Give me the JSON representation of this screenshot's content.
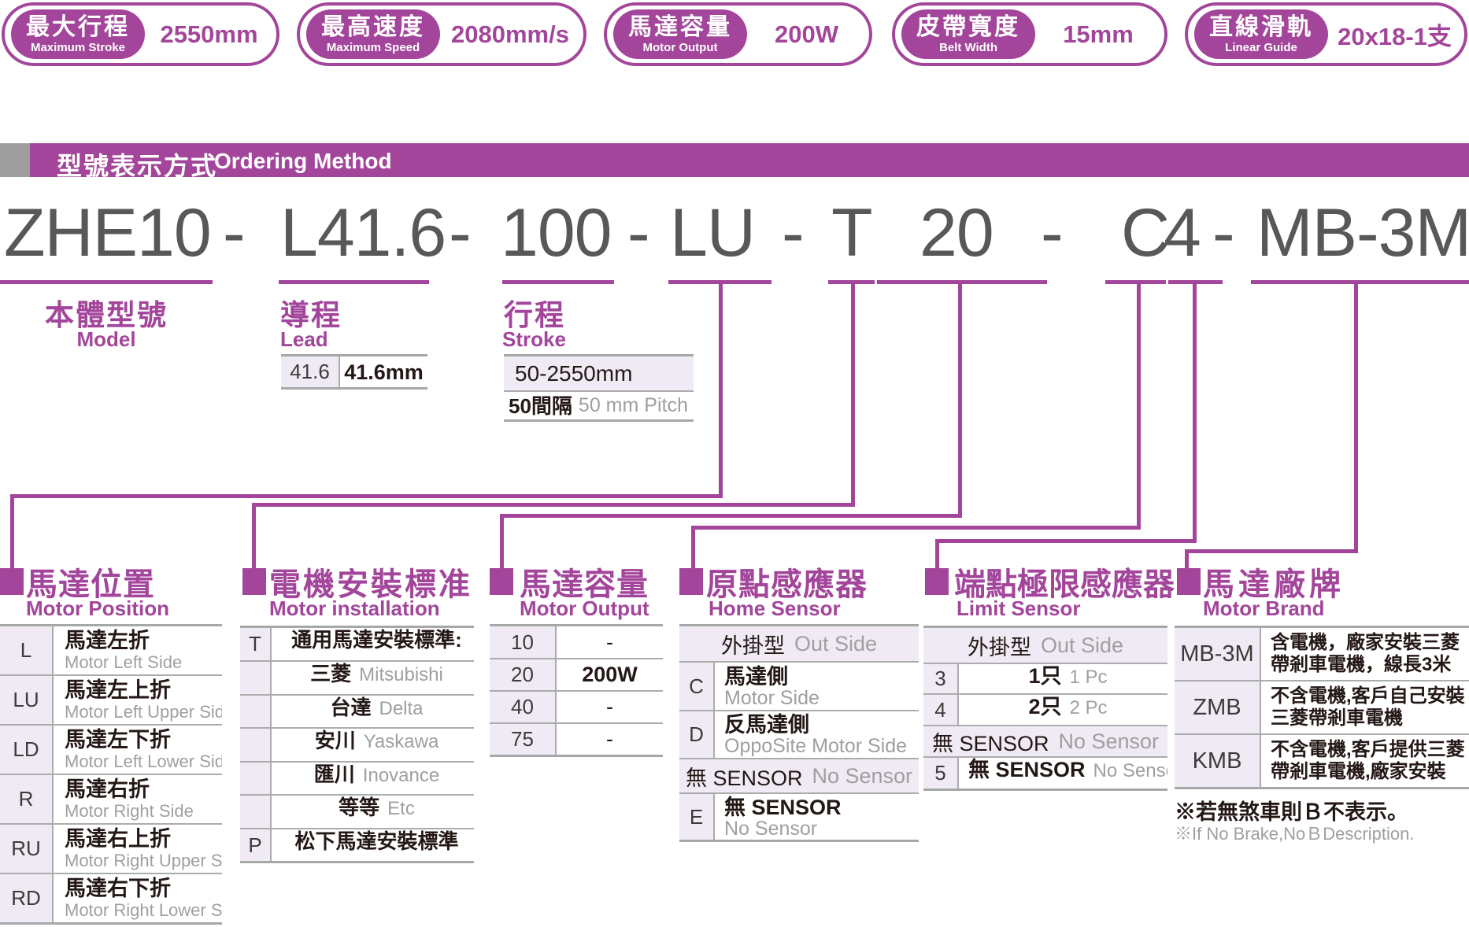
{
  "colors": {
    "purple": "#A3469B",
    "model_gray": "#595757",
    "text_black": "#231815",
    "text_gray": "#9E9F9F",
    "cell_bg": "#F0EAF4",
    "border_gray": "#A6A7A7",
    "header_square_gray": "#9E9E9F"
  },
  "badges": [
    {
      "zh": "最大行程",
      "en": "Maximum Stroke",
      "value": "2550mm"
    },
    {
      "zh": "最高速度",
      "en": "Maximum Speed",
      "value": "2080mm/s"
    },
    {
      "zh": "馬達容量",
      "en": "Motor Output",
      "value": "200W"
    },
    {
      "zh": "皮帶寬度",
      "en": "Belt Width",
      "value": "15mm"
    },
    {
      "zh": "直線滑軌",
      "en": "Linear Guide",
      "value": "20x18-1支"
    }
  ],
  "section_header": {
    "zh": "型號表示方式",
    "en": "Ordering Method"
  },
  "model_code": {
    "model": "ZHE10",
    "dash1": "-",
    "lead": "L41.6",
    "dash2": "-",
    "stroke": "100",
    "dash3": "-",
    "position": "LU",
    "dash4": "-",
    "installation": "T",
    "output": "20",
    "dash5": "-",
    "home": "C",
    "limit": "4",
    "dash6": "-",
    "brand": "MB-3M"
  },
  "legend": {
    "model": {
      "zh": "本體型號",
      "en": "Model"
    },
    "lead": {
      "zh": "導程",
      "en": "Lead",
      "code": "41.6",
      "value": "41.6mm"
    },
    "stroke": {
      "zh": "行程",
      "en": "Stroke",
      "range": "50-2550mm",
      "pitch_zh": "50間隔",
      "pitch_en": "50 mm Pitch"
    }
  },
  "sections": {
    "position": {
      "zh": "馬達位置",
      "en": "Motor Position",
      "rows": [
        {
          "code": "L",
          "zh": "馬達左折",
          "en": "Motor Left Side"
        },
        {
          "code": "LU",
          "zh": "馬達左上折",
          "en": "Motor Left Upper Side"
        },
        {
          "code": "LD",
          "zh": "馬達左下折",
          "en": "Motor Left Lower Side"
        },
        {
          "code": "R",
          "zh": "馬達右折",
          "en": "Motor Right Side"
        },
        {
          "code": "RU",
          "zh": "馬達右上折",
          "en": "Motor Right Upper Side"
        },
        {
          "code": "RD",
          "zh": "馬達右下折",
          "en": "Motor Right Lower Side"
        }
      ]
    },
    "installation": {
      "zh": "電機安裝標准",
      "en": "Motor installation",
      "rows": [
        {
          "code": "T",
          "zh": "通用馬達安裝標準:",
          "en": ""
        },
        {
          "code": "",
          "zh": "三菱",
          "en": "Mitsubishi"
        },
        {
          "code": "",
          "zh": "台達",
          "en": "Delta"
        },
        {
          "code": "",
          "zh": "安川",
          "en": "Yaskawa"
        },
        {
          "code": "",
          "zh": "匯川",
          "en": "Inovance"
        },
        {
          "code": "",
          "zh": "等等",
          "en": "Etc"
        },
        {
          "code": "P",
          "zh": "松下馬達安裝標準",
          "en": ""
        }
      ]
    },
    "output": {
      "zh": "馬達容量",
      "en": "Motor Output",
      "rows": [
        {
          "code": "10",
          "value": "-"
        },
        {
          "code": "20",
          "value": "200W"
        },
        {
          "code": "40",
          "value": "-"
        },
        {
          "code": "75",
          "value": "-"
        }
      ]
    },
    "home": {
      "zh": "原點感應器",
      "en": "Home Sensor",
      "header": {
        "zh": "外掛型",
        "en": "Out Side"
      },
      "row_c": {
        "code": "C",
        "zh": "馬達側",
        "en": "Motor Side"
      },
      "row_d": {
        "code": "D",
        "zh": "反馬達側",
        "en": "OppoSite Motor Side"
      },
      "nosensor": {
        "zh": "無 SENSOR",
        "en": "No Sensor"
      },
      "row_e": {
        "code": "E",
        "zh": "無 SENSOR",
        "en": "No Sensor"
      }
    },
    "limit": {
      "zh": "端點極限感應器",
      "en": "Limit Sensor",
      "header": {
        "zh": "外掛型",
        "en": "Out Side"
      },
      "row_3": {
        "code": "3",
        "zh": "1只",
        "en": "1 Pc"
      },
      "row_4": {
        "code": "4",
        "zh": "2只",
        "en": "2 Pc"
      },
      "nosensor": {
        "zh": "無 SENSOR",
        "en": "No Sensor"
      },
      "row_5": {
        "code": "5",
        "zh": "無 SENSOR",
        "en": "No Sensor"
      }
    },
    "brand": {
      "zh": "馬達廠牌",
      "en": "Motor Brand",
      "rows": [
        {
          "code": "MB-3M",
          "zh": "含電機，廠家安裝三菱帶剎車電機，線長3米"
        },
        {
          "code": "ZMB",
          "zh": "不含電機,客戶自己安裝三菱帶剎車電機"
        },
        {
          "code": "KMB",
          "zh": "不含電機,客戶提供三菱帶剎車電機,廠家安裝"
        }
      ],
      "note_zh": "※若無煞車則Ｂ不表示。",
      "note_en": "※If No Brake,NoＢDescription."
    }
  }
}
